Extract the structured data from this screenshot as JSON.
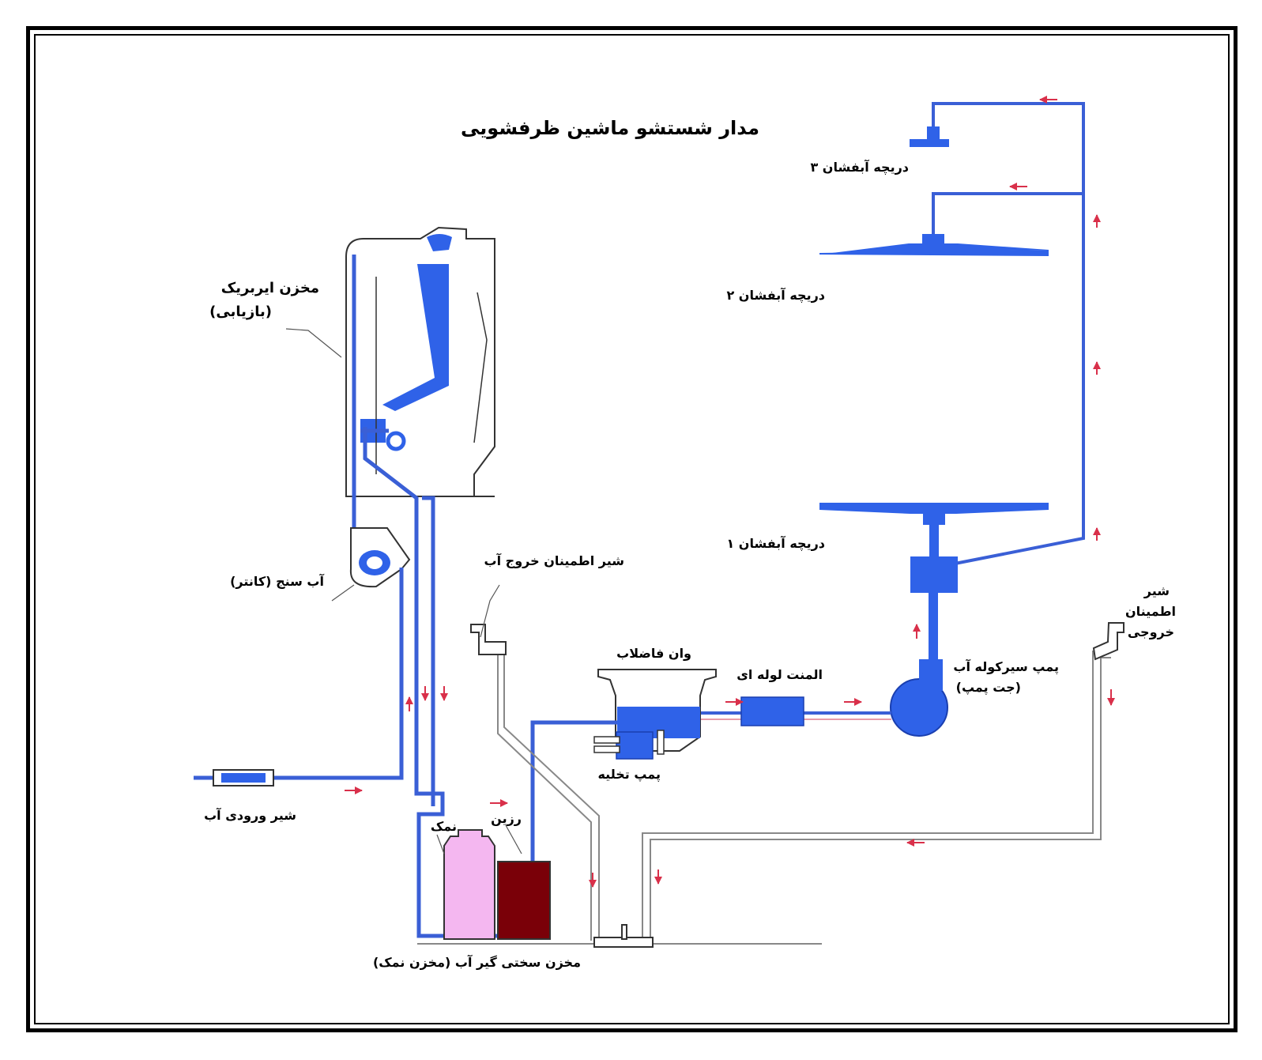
{
  "title": "مدار شستشو ماشین ظرفشویی",
  "labels": {
    "spray_arm_3": "دریچه آبفشان ۳",
    "spray_arm_2": "دریچه آبفشان ۲",
    "spray_arm_1": "دریچه آبفشان ۱",
    "airbreak_tank_line1": "مخزن ایربریک",
    "airbreak_tank_line2": "(بازیابی)",
    "flow_meter": "آب سنج (کانتر)",
    "outlet_safety_valve": "شیر اطمینان خروج آب",
    "sump": "وان فاضلاب",
    "inline_heater": "المنت لوله ای",
    "circulation_pump_line1": "پمپ سیرکوله آب",
    "circulation_pump_line2": "(جت پمپ)",
    "drain_pump": "پمپ تخلیه",
    "exit_safety_valve_line1": "شیر",
    "exit_safety_valve_line2": "اطمینان",
    "exit_safety_valve_line3": "خروجی",
    "inlet_valve": "شیر ورودی آب",
    "salt": "نمک",
    "resin": "رزین",
    "softener_tank": "مخزن سختی گیر آب (مخزن نمک)"
  },
  "colors": {
    "pipe": "#3a5fd6",
    "component": "#2f62e8",
    "flow_arrow": "#d9304a",
    "salt": "#f4b7f0",
    "resin": "#7a0008",
    "drain_pipe": "#777777"
  }
}
